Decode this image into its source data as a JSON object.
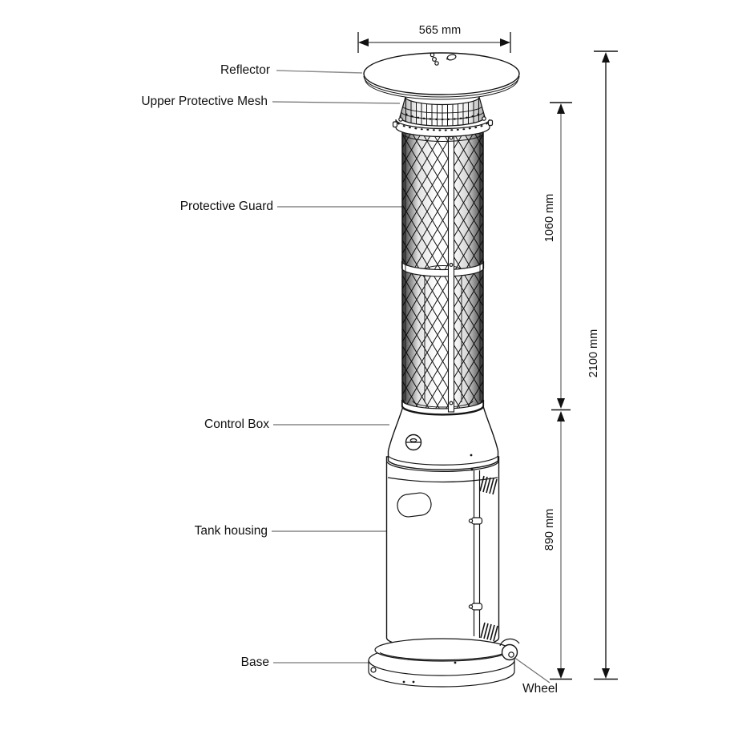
{
  "figure": {
    "type": "technical-parts-diagram",
    "subject": "outdoor flame patio heater",
    "background": "#ffffff"
  },
  "labels": {
    "reflector": "Reflector",
    "upper_protective_mesh": "Upper Protective Mesh",
    "protective_guard": "Protective Guard",
    "control_box": "Control Box",
    "tank_housing": "Tank housing",
    "base": "Base",
    "wheel": "Wheel"
  },
  "dimensions": {
    "reflector_width": "565 mm",
    "guard_height": "1060 mm",
    "housing_height": "890 mm",
    "overall_height": "2100 mm"
  },
  "colors": {
    "line": "#151515",
    "leader_line": "#8f8f8f",
    "dimension_line": "#8a8a8a",
    "dimension_line_dark": "#2b2b2b",
    "text": "#111111"
  }
}
